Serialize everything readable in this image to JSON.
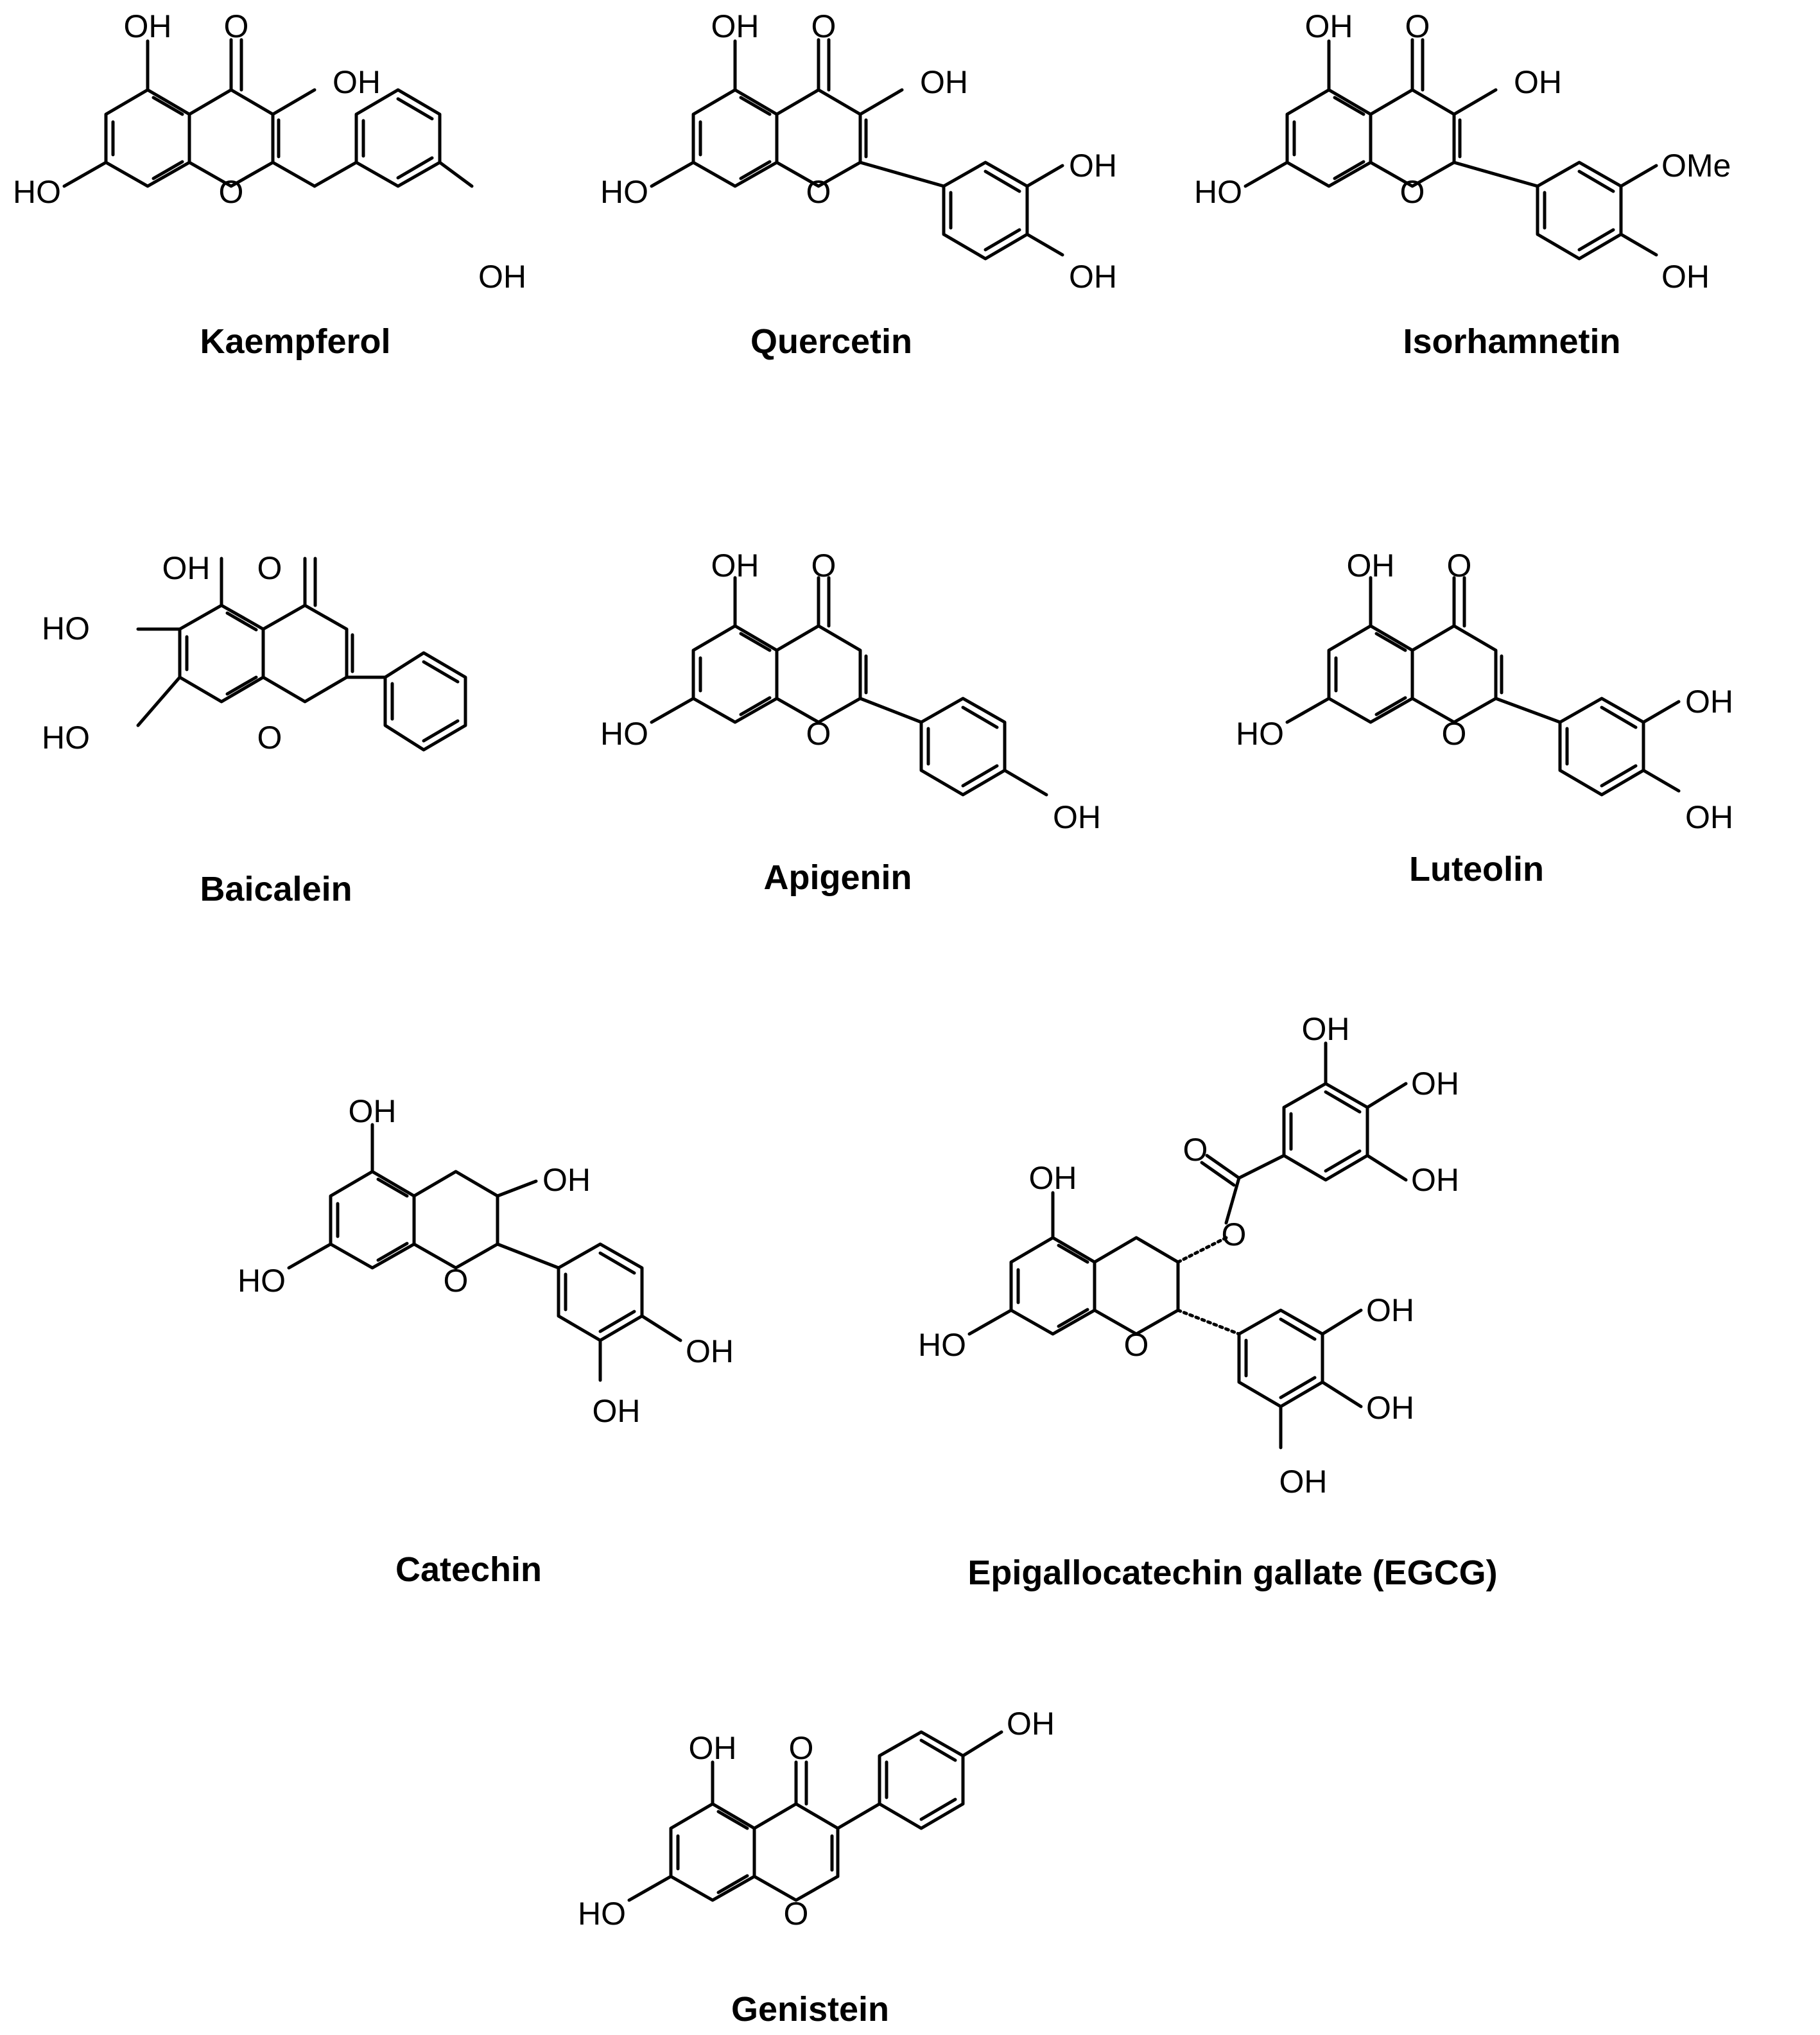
{
  "molecules": [
    {
      "name": "Kaempferol",
      "labels": {
        "oh5": "OH",
        "o4": "O",
        "oh3": "OH",
        "oh7": "HO",
        "o1": "O",
        "oh4p": "OH"
      }
    },
    {
      "name": "Quercetin",
      "labels": {
        "oh5": "OH",
        "o4": "O",
        "oh3": "OH",
        "oh7": "HO",
        "o1": "O",
        "oh3p": "OH",
        "oh4p": "OH"
      }
    },
    {
      "name": "Isorhamnetin",
      "labels": {
        "oh5": "OH",
        "o4": "O",
        "oh3": "OH",
        "oh7": "HO",
        "o1": "O",
        "ome3p": "OMe",
        "oh4p": "OH"
      }
    },
    {
      "name": "Baicalein",
      "labels": {
        "oh5": "OH",
        "o4": "O",
        "oh6": "HO",
        "oh7": "HO",
        "o1": "O"
      }
    },
    {
      "name": "Apigenin",
      "labels": {
        "oh5": "OH",
        "o4": "O",
        "oh7": "HO",
        "o1": "O",
        "oh4p": "OH"
      }
    },
    {
      "name": "Luteolin",
      "labels": {
        "oh5": "OH",
        "o4": "O",
        "oh7": "HO",
        "o1": "O",
        "oh3p": "OH",
        "oh4p": "OH"
      }
    },
    {
      "name": "Catechin",
      "labels": {
        "oh5": "OH",
        "oh3": "OH",
        "oh7": "HO",
        "o1": "O",
        "oh4p": "OH",
        "oh3p": "OH"
      }
    },
    {
      "name": "Epigallocatechin gallate (EGCG)",
      "labels": {
        "oh5": "OH",
        "oh7": "HO",
        "o1": "O",
        "oester": "O",
        "ocarbonyl": "O",
        "g_oh3": "OH",
        "g_oh4": "OH",
        "g_oh5": "OH",
        "b_oh3": "OH",
        "b_oh4": "OH",
        "b_oh5": "OH"
      }
    },
    {
      "name": "Genistein",
      "labels": {
        "oh5": "OH",
        "o4": "O",
        "oh7": "HO",
        "o1": "O",
        "oh4p": "OH"
      }
    }
  ]
}
